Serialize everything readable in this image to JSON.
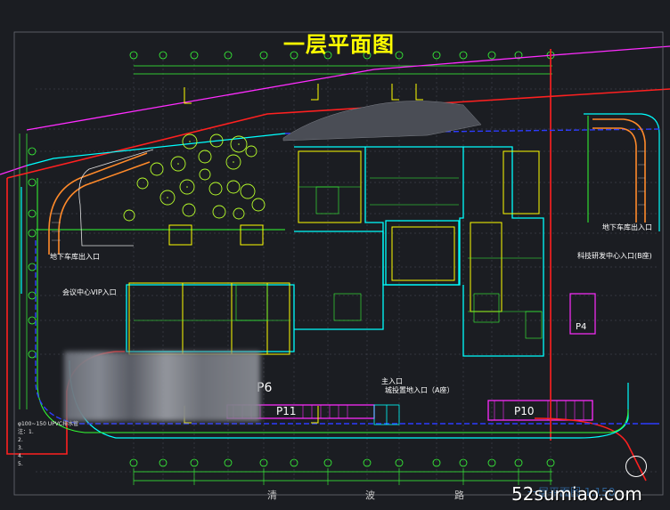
{
  "drawing": {
    "title": "一层平面图",
    "scale_title": "一层平面图 1:150",
    "watermark": "52sumiao.com"
  },
  "labels": {
    "underground_exit_left": "地下车库出入口",
    "vip_entrance": "会议中心VIP入口",
    "underground_exit_right": "地下车库出入口",
    "tech_center_entrance": "科技研发中心入口(B座)",
    "main_entrance": "主入口",
    "city_entrance": "城投置地入口（A座）"
  },
  "parking": {
    "p11": "P11",
    "p10": "P10",
    "p4": "P4",
    "p6": "P6"
  },
  "road": {
    "c1": "清",
    "c2": "波",
    "c3": "路"
  },
  "notes": {
    "line1": "φ100~150 UPVC排水管",
    "line2": "注：1.",
    "line3": "2.",
    "line4": "3.",
    "line5": "4.",
    "line6": "5."
  },
  "colors": {
    "background": "#1b1d22",
    "red_boundary": "#ff2020",
    "magenta": "#ff2cff",
    "cyan": "#00ffff",
    "green": "#33ff33",
    "yellow": "#ffff00",
    "blue": "#2d3cff",
    "orange": "#ff8a2a"
  }
}
